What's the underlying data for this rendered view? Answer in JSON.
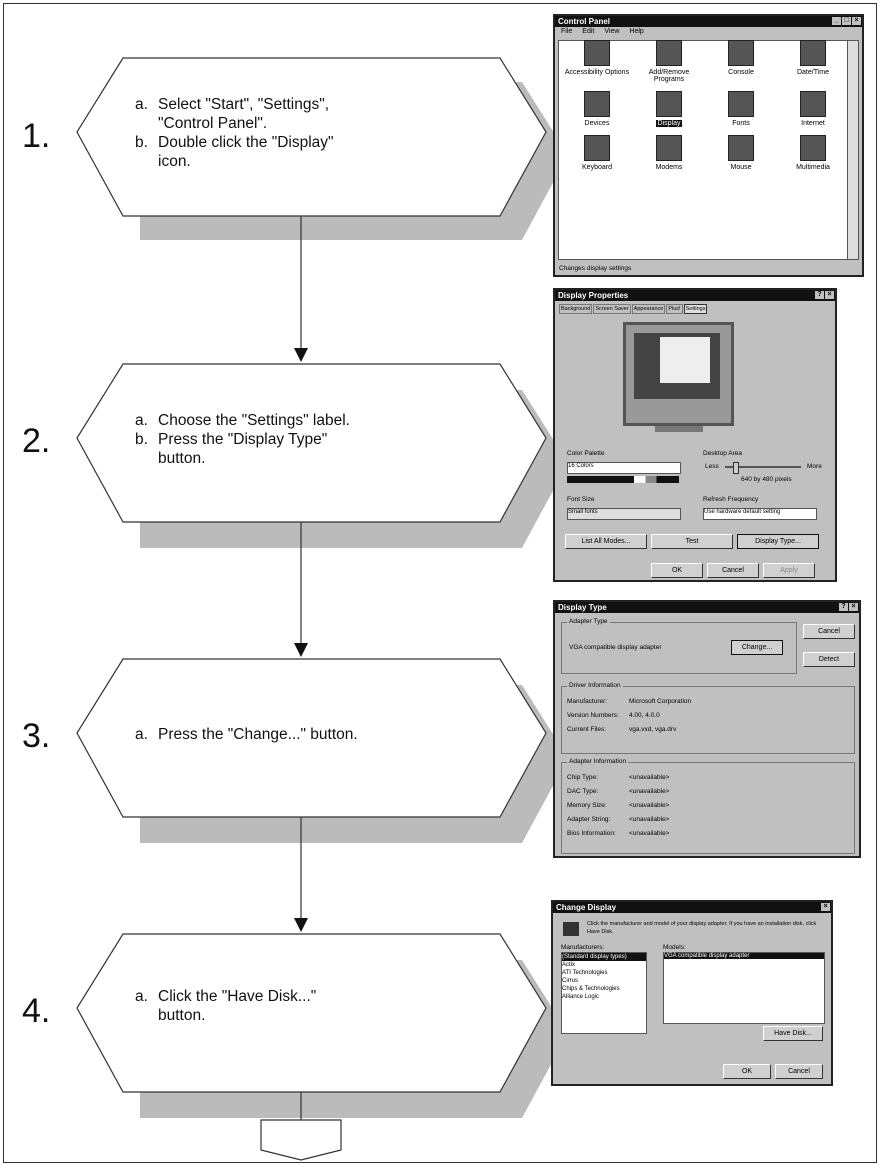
{
  "steps": [
    {
      "number": "1.",
      "lines": [
        {
          "marker": "a.",
          "text": "Select \"Start\", \"Settings\","
        },
        {
          "marker": "",
          "text": "\"Control Panel\"."
        },
        {
          "marker": "b.",
          "text": "Double click the \"Display\""
        },
        {
          "marker": "",
          "text": "icon."
        }
      ]
    },
    {
      "number": "2.",
      "lines": [
        {
          "marker": "a.",
          "text": "Choose the \"Settings\" label."
        },
        {
          "marker": "b.",
          "text": "Press the \"Display Type\""
        },
        {
          "marker": "",
          "text": "button."
        }
      ]
    },
    {
      "number": "3.",
      "lines": [
        {
          "marker": "a.",
          "text": "Press the \"Change...\" button."
        }
      ]
    },
    {
      "number": "4.",
      "lines": [
        {
          "marker": "a.",
          "text": "Click the \"Have Disk...\""
        },
        {
          "marker": "",
          "text": "button."
        }
      ]
    }
  ],
  "control_panel": {
    "title": "Control Panel",
    "menu": [
      "File",
      "Edit",
      "View",
      "Help"
    ],
    "items": [
      "Accessibility Options",
      "Add/Remove Programs",
      "Console",
      "Date/Time",
      "Devices",
      "Display",
      "Fonts",
      "Internet",
      "Keyboard",
      "Modems",
      "Mouse",
      "Multimedia"
    ],
    "status": "Changes display settings"
  },
  "display_properties": {
    "title": "Display Properties",
    "tabs": [
      "Background",
      "Screen Saver",
      "Appearance",
      "Plus!",
      "Settings"
    ],
    "color_palette_label": "Color Palette",
    "color_palette_value": "16 Colors",
    "desktop_area_label": "Desktop Area",
    "less": "Less",
    "more": "More",
    "resolution": "640 by 480 pixels",
    "font_size_label": "Font Size",
    "font_size_value": "Small fonts",
    "refresh_label": "Refresh Frequency",
    "refresh_value": "Use hardware default setting",
    "buttons": [
      "List All Modes...",
      "Test",
      "Display Type..."
    ],
    "bottom_buttons": [
      "OK",
      "Cancel",
      "Apply"
    ]
  },
  "display_type": {
    "title": "Display Type",
    "adapter_type_label": "Adapter Type",
    "adapter_value": "VGA compatible display adapter",
    "change_button": "Change...",
    "cancel_button": "Cancel",
    "detect_button": "Detect",
    "driver_info_label": "Driver Information",
    "driver_rows": [
      {
        "k": "Manufacturer:",
        "v": "Microsoft Corporation"
      },
      {
        "k": "Version Numbers:",
        "v": "4.00, 4.0.0"
      },
      {
        "k": "Current Files:",
        "v": "vga.vxd, vga.drv"
      }
    ],
    "adapter_info_label": "Adapter Information",
    "adapter_rows": [
      {
        "k": "Chip Type:",
        "v": "<unavailable>"
      },
      {
        "k": "DAC Type:",
        "v": "<unavailable>"
      },
      {
        "k": "Memory Size:",
        "v": "<unavailable>"
      },
      {
        "k": "Adapter String:",
        "v": "<unavailable>"
      },
      {
        "k": "Bios Information:",
        "v": "<unavailable>"
      }
    ]
  },
  "change_display": {
    "title": "Change Display",
    "instructions": "Click the manufacturer and model of your display adapter. If you have an installation disk, click Have Disk.",
    "manufacturers_label": "Manufacturers:",
    "manufacturers": [
      "(Standard display types)",
      "Actix",
      "ATI Technologies",
      "Cirrus",
      "Chips & Technologies",
      "Alliance Logic"
    ],
    "models_label": "Models:",
    "models": [
      "VGA compatible display adapter"
    ],
    "have_disk": "Have Disk...",
    "ok": "OK",
    "cancel": "Cancel"
  }
}
